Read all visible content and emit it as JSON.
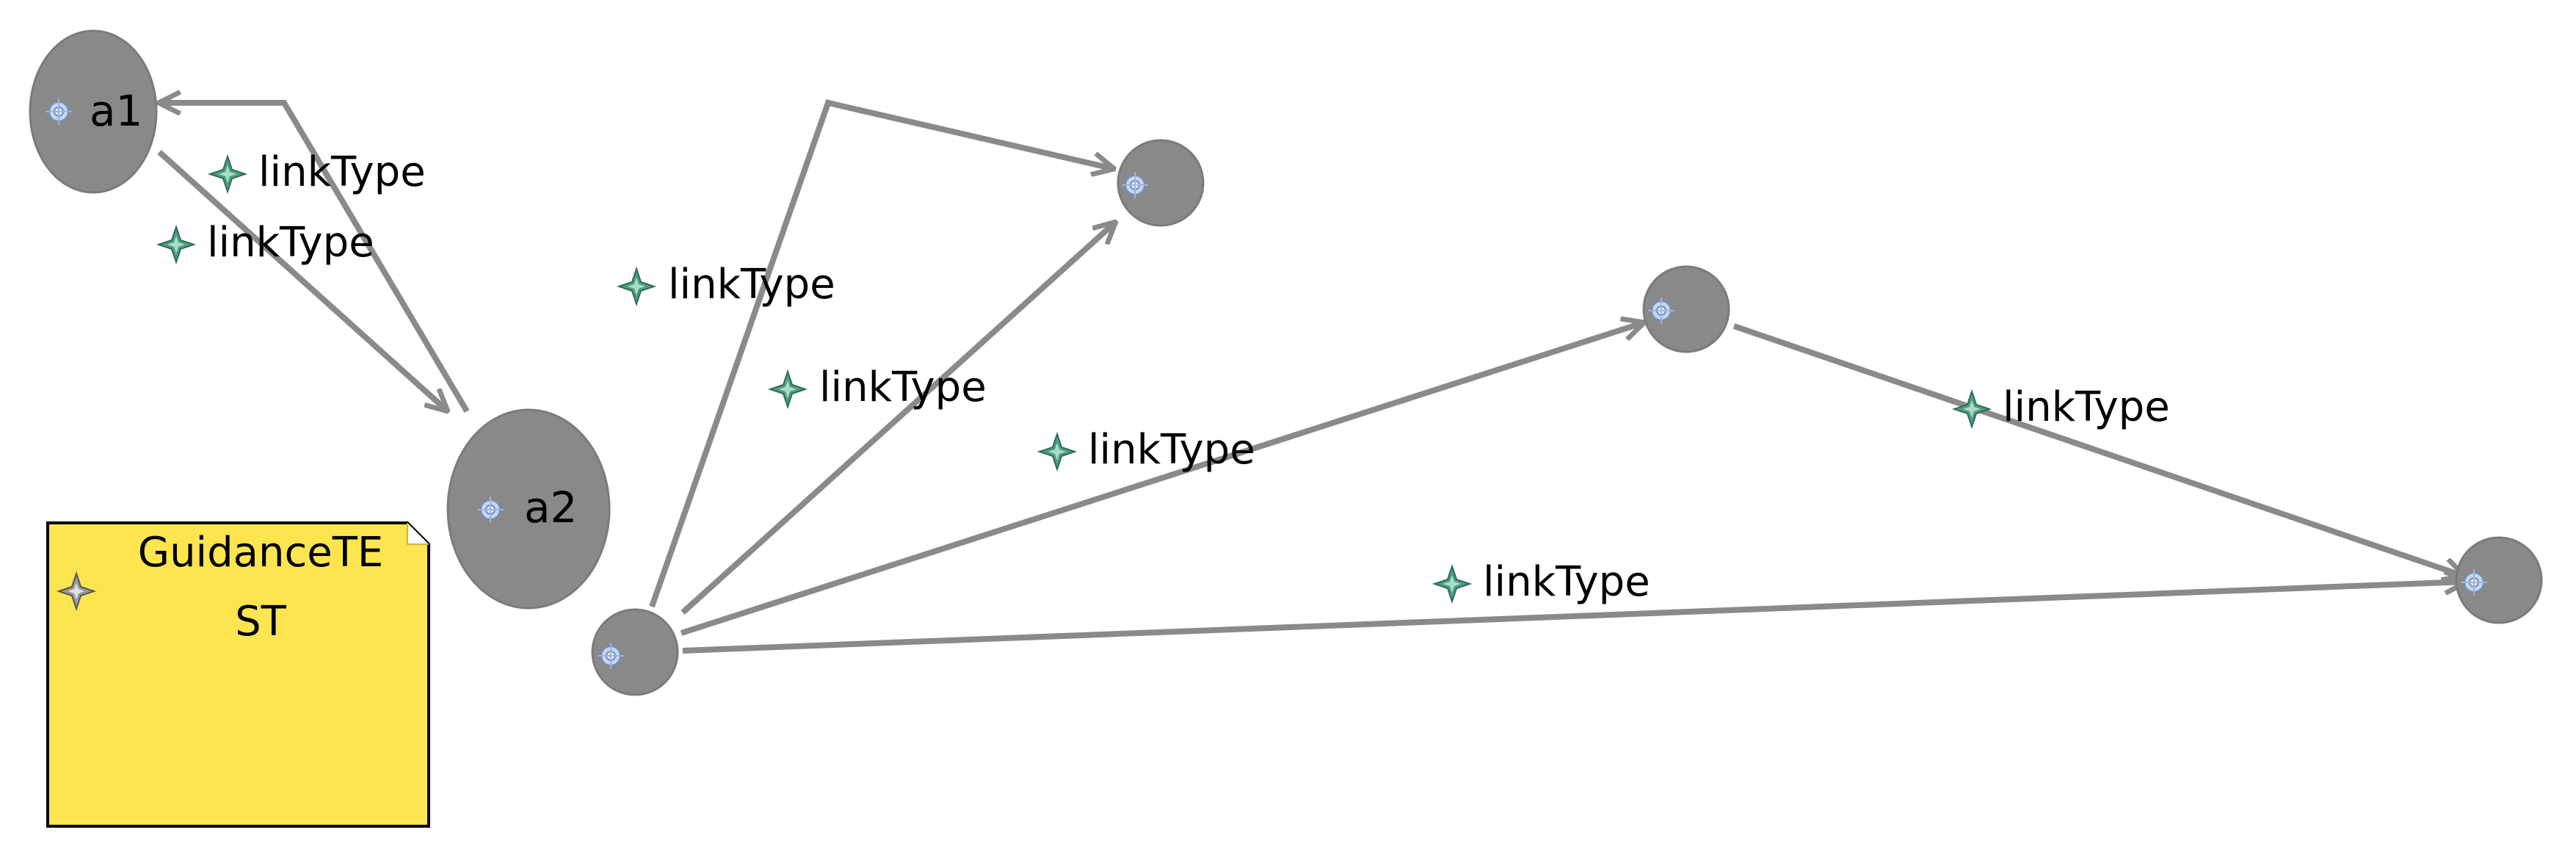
{
  "colors": {
    "node_fill": "#898989",
    "edge_stroke": "#8a8a8a",
    "note_fill": "#fce54f",
    "note_border": "#000000",
    "edge_icon": "#3d8a6a"
  },
  "nodes": [
    {
      "id": "a1",
      "label": "a1",
      "icon": "node-type-icon"
    },
    {
      "id": "a2",
      "label": "a2",
      "icon": "node-type-icon"
    },
    {
      "id": "n3",
      "label": "",
      "icon": "node-type-icon"
    },
    {
      "id": "n4",
      "label": "",
      "icon": "node-type-icon"
    },
    {
      "id": "n5",
      "label": "",
      "icon": "node-type-icon"
    },
    {
      "id": "n6",
      "label": "",
      "icon": "node-type-icon"
    }
  ],
  "edges": [
    {
      "from": "a2",
      "to": "a1",
      "label": "linkType",
      "icon": "link-type-icon"
    },
    {
      "from": "a1",
      "to": "a2",
      "label": "linkType",
      "icon": "link-type-icon"
    },
    {
      "from": "n3",
      "to": "n4",
      "label": "linkType",
      "icon": "link-type-icon"
    },
    {
      "from": "n3",
      "to": "n4",
      "label": "linkType",
      "icon": "link-type-icon"
    },
    {
      "from": "n3",
      "to": "n5",
      "label": "linkType",
      "icon": "link-type-icon"
    },
    {
      "from": "n5",
      "to": "n6",
      "label": "linkType",
      "icon": "link-type-icon"
    },
    {
      "from": "n3",
      "to": "n6",
      "label": "linkType",
      "icon": "link-type-icon"
    }
  ],
  "note": {
    "text_line1": "GuidanceTE",
    "text_line2": "ST",
    "icon": "note-icon"
  }
}
